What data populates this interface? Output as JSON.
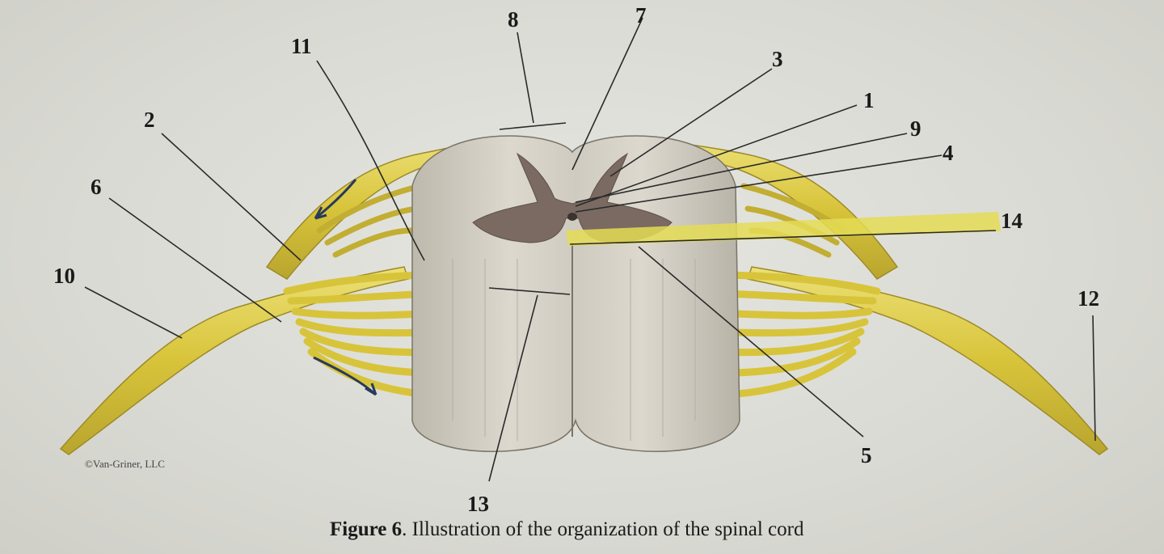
{
  "figure": {
    "caption_label": "Figure 6",
    "caption_text": ". Illustration of the organization of the spinal cord",
    "copyright": "©Van-Griner, LLC"
  },
  "labels": {
    "l1": "1",
    "l2": "2",
    "l3": "3",
    "l4": "4",
    "l5": "5",
    "l6": "6",
    "l7": "7",
    "l8": "8",
    "l9": "9",
    "l10": "10",
    "l11": "11",
    "l12": "12",
    "l13": "13",
    "l14": "14"
  },
  "colors": {
    "nerve": "#d8c43a",
    "nerve_dark": "#a8952a",
    "white_matter": "#d6d2c8",
    "grey_matter": "#7a6a62",
    "highlight": "#e4dc55",
    "leader": "#2a2a2a"
  }
}
